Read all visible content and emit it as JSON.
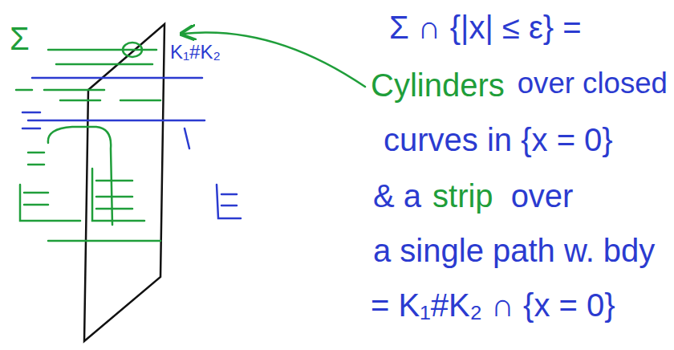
{
  "diagram": {
    "labels": [
      "Σ",
      "K₁#K₂",
      "Σ ∩ {|x| ≤ ε} =",
      "Cylinders",
      "over closed",
      "curves in {x = 0}",
      "& a",
      "strip",
      "over",
      "a single path w. bdy",
      "= K₁#K₂ ∩ {x = 0}"
    ]
  }
}
